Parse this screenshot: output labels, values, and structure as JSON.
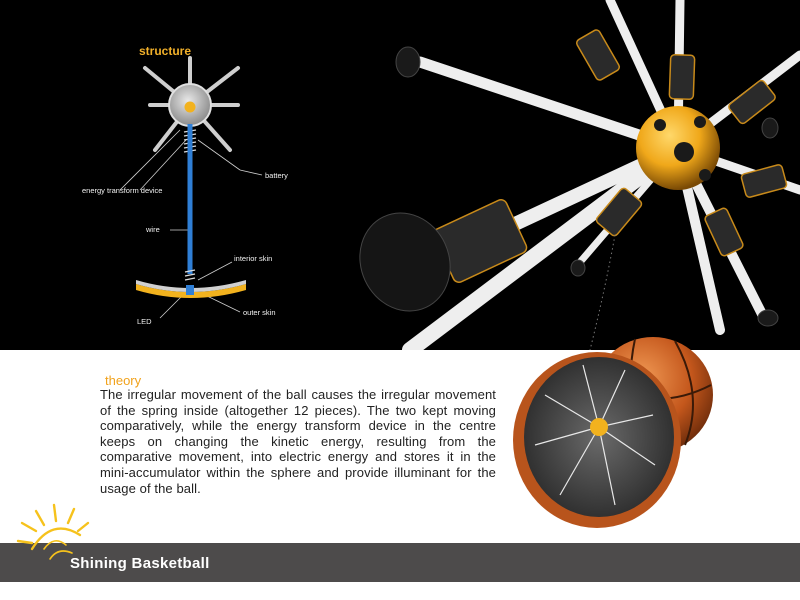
{
  "structure": {
    "title": "structure",
    "labels": {
      "energy_transform_device": "energy transform device",
      "battery": "battery",
      "wire": "wire",
      "interior_skin": "interior skin",
      "outer_skin": "outer skin",
      "led": "LED"
    }
  },
  "theory": {
    "heading": "theory",
    "body": "The irregular movement of the ball causes the irregular movement of the spring inside (altogether 12 pieces). The two kept moving comparatively, while the energy transform device in the centre keeps on changing the kinetic energy, resulting from the comparative movement, into electric energy and stores it in the mini-accumulator within the sphere and provide illuminant for the usage of the ball."
  },
  "footer": {
    "title": "Shining Basketball"
  },
  "colors": {
    "accent_orange": "#f1a21c",
    "footer_bg": "#4d4b4b",
    "hero_bg": "#000000",
    "core_yellow": "#f2b21e",
    "wire_blue": "#2f7fd6"
  }
}
